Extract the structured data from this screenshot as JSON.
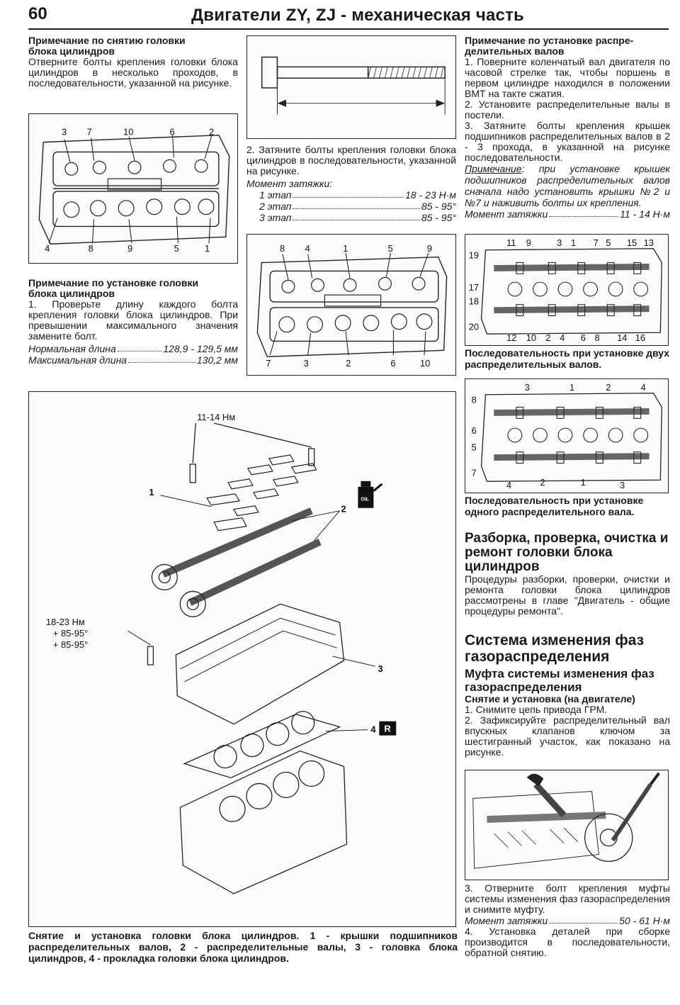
{
  "header": {
    "page_number": "60",
    "title": "Двигатели ZY, ZJ - механическая часть"
  },
  "left_col": {
    "removal_note_title_1": "Примечание по снятию головки",
    "removal_note_title_2": "блока цилиндров",
    "removal_note_text": "Отверните болты крепления головки блока цилиндров в несколько проходов, в последовательности, указанной на рисунке.",
    "removal_fig_top_numbers": [
      "3",
      "7",
      "10",
      "6",
      "2"
    ],
    "removal_fig_bottom_numbers": [
      "4",
      "8",
      "9",
      "5",
      "1"
    ],
    "install_note_title_1": "Примечание по установке головки",
    "install_note_title_2": "блока цилиндров",
    "install_note_text": "1. Проверьте длину каждого болта крепления головки блока цилиндров. При превышении максимального значения замените болт.",
    "normal_length_label": "Нормальная длина",
    "normal_length_value": "128,9 - 129,5 мм",
    "max_length_label": "Максимальная длина",
    "max_length_value": "130,2 мм"
  },
  "middle_col": {
    "step2_text": "2. Затяните болты крепления головки блока цилиндров в последовательности, указанной на рисунке.",
    "torque_label": "Момент затяжки:",
    "stage1_label": "1 этап",
    "stage1_value": "18 - 23 Н·м",
    "stage2_label": "2 этап",
    "stage2_value": "85 - 95°",
    "stage3_label": "3 этап",
    "stage3_value": "85 - 95°",
    "tighten_fig_top_numbers": [
      "8",
      "4",
      "1",
      "5",
      "9"
    ],
    "tighten_fig_bottom_numbers": [
      "7",
      "3",
      "2",
      "6",
      "10"
    ]
  },
  "right_col": {
    "cam_note_title_1": "Примечание по установке распре-",
    "cam_note_title_2": "делительных валов",
    "cam_note_text_1": "1. Поверните коленчатый вал двигателя по часовой стрелке так, чтобы поршень в первом цилиндре находился в положении ВМТ на такте сжатия.",
    "cam_note_text_2": "2. Установите распределительные валы в постели.",
    "cam_note_text_3": "3. Затяните болты крепления крышек подшипников распределительных валов в 2 - 3 прохода, в указанной на рисунке последовательности.",
    "cam_note_remark_label": "Примечание",
    "cam_note_remark_text": ": при установке крышек подшипников распределительных валов сначала надо установить крышки №2 и №7 и наживить болты их крепления.",
    "cam_torque_label": "Момент затяжки",
    "cam_torque_value": "11 - 14 Н·м",
    "two_cam_fig_top_numbers": [
      "11",
      "9",
      "3",
      "1",
      "7",
      "5",
      "15",
      "13"
    ],
    "two_cam_fig_left_numbers": [
      "19",
      "17",
      "18",
      "20"
    ],
    "two_cam_fig_bottom_numbers": [
      "12",
      "10",
      "2",
      "4",
      "6",
      "8",
      "14",
      "16"
    ],
    "two_cam_caption": "Последовательность при установке двух распределительных валов.",
    "one_cam_fig_top_numbers": [
      "3",
      "1",
      "2",
      "4"
    ],
    "one_cam_fig_left_numbers": [
      "8",
      "6",
      "5",
      "7"
    ],
    "one_cam_fig_bottom_numbers": [
      "4",
      "2",
      "1",
      "3"
    ],
    "one_cam_caption": "Последовательность при установке одного распределительного вала.",
    "disassembly_title": "Разборка, проверка, очистка и ремонт головки блока цилиндров",
    "disassembly_text": "Процедуры разборки, проверки, очистки и ремонта головки блока цилиндров рассмотрены в главе \"Двигатель - общие процедуры ремонта\".",
    "vvt_title": "Система изменения фаз газораспределения",
    "vvt_sub_title": "Муфта системы изменения фаз газораспределения",
    "vvt_sub_sub_title": "Снятие и установка (на двигателе)",
    "vvt_step1": "1. Снимите цепь привода ГРМ.",
    "vvt_step2": "2. Зафиксируйте распределительный вал впускных клапанов ключом за шестигранный участок, как показано на рисунке.",
    "vvt_step3": "3. Отверните болт крепления муфты системы изменения фаз газораспределения и снимите муфту.",
    "vvt_torque_label": "Момент затяжки",
    "vvt_torque_value": "50 - 61 Н·м",
    "vvt_step4": "4. Установка деталей при сборке производится в последовательности, обратной снятию."
  },
  "exploded": {
    "label_torque_top": "11-14 Нм",
    "label_torque_bottom_1": "18-23 Нм",
    "label_torque_bottom_2": "+ 85-95°",
    "label_torque_bottom_3": "+ 85-95°",
    "callout_1": "1",
    "callout_2": "2",
    "callout_3": "3",
    "callout_4": "4",
    "oil_label": "OIL",
    "r_label": "R",
    "caption": "Снятие и установка головки блока цилиндров. 1 - крышки подшипников распределительных валов, 2 - распределительные валы, 3 - головка блока цилиндров, 4 - прокладка головки блока цилиндров."
  }
}
